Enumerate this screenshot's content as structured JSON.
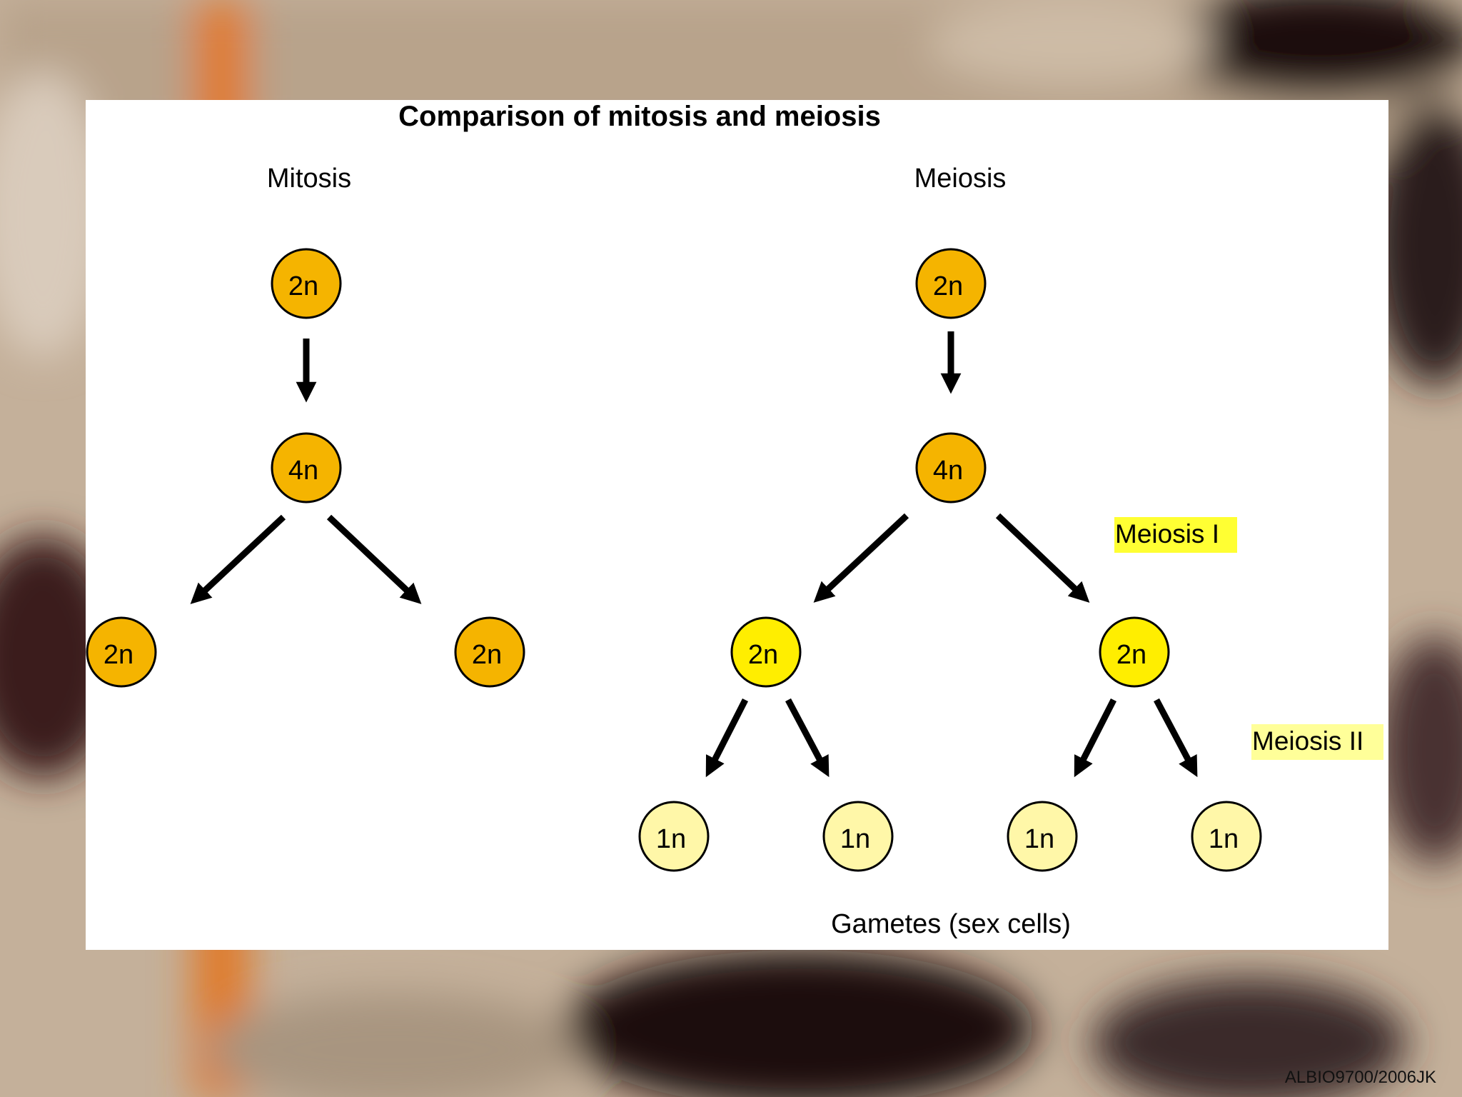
{
  "title": "Comparison of mitosis and meiosis",
  "mitosis": {
    "label": "Mitosis",
    "parent": "2n",
    "replicated": "4n",
    "daughters": [
      "2n",
      "2n"
    ]
  },
  "meiosis": {
    "label": "Meiosis",
    "parent": "2n",
    "replicated": "4n",
    "meiosis1": [
      "2n",
      "2n"
    ],
    "gametes": [
      "1n",
      "1n",
      "1n",
      "1n"
    ],
    "stage1_label": "Meiosis I",
    "stage2_label": "Meiosis II",
    "gametes_label": "Gametes (sex cells)"
  },
  "footer": "ALBIO9700/2006JK",
  "colors": {
    "cell_orange": "#f5b400",
    "cell_yellow": "#ffee00",
    "cell_pale": "#fff7a8",
    "highlight_bright": "#ffff33",
    "highlight_pale": "#ffff99",
    "arrow": "#000000"
  }
}
